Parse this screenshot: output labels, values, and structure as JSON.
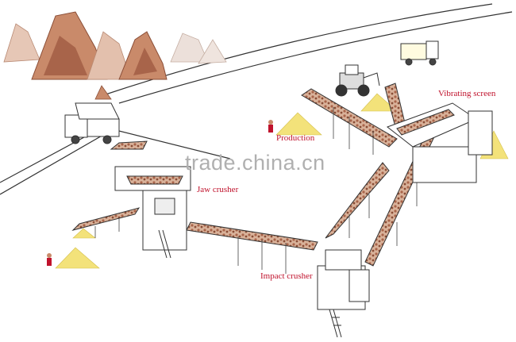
{
  "labels": {
    "vibrating_screen": "Vibrating screen",
    "production": "Production",
    "jaw_crusher": "Jaw crusher",
    "impact_crusher": "Impact crusher"
  },
  "watermark": "trade.china.cn",
  "colors": {
    "label": "#c0122c",
    "line": "#333333",
    "rock": "#c98a6a",
    "rock_dark": "#8a4d36",
    "sand": "#f3e27a",
    "watermark": "#b0b0b0"
  },
  "icons": [
    "mountain-icon",
    "dump-truck-icon",
    "wheel-loader-icon",
    "worker-icon",
    "sand-pile-icon"
  ]
}
